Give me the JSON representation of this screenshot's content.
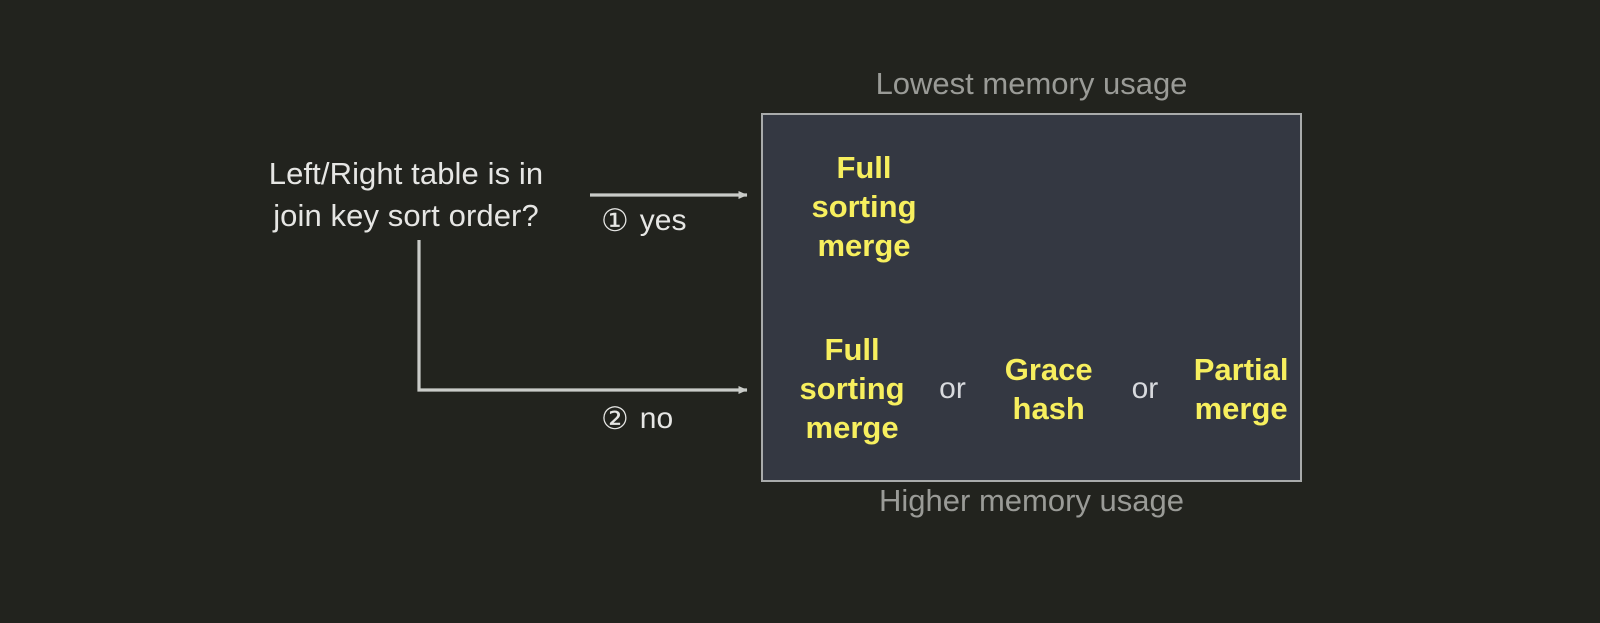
{
  "colors": {
    "background": "#22231e",
    "panel_fill": "#343842",
    "panel_border": "#a9abab",
    "option_text": "#f7ef5e",
    "body_text": "#e6e6e4",
    "caption_text": "#9a9b97",
    "connector": "#c9cbc8"
  },
  "decision": {
    "question": "Left/Right table is in\njoin key sort order?"
  },
  "branches": [
    {
      "marker": "①",
      "label": "yes"
    },
    {
      "marker": "②",
      "label": "no"
    }
  ],
  "captions": {
    "top": "Lowest memory usage",
    "bottom": "Higher memory usage"
  },
  "panel": {
    "rows": [
      {
        "options": [
          "Full\nsorting\nmerge"
        ],
        "separators": []
      },
      {
        "options": [
          "Full\nsorting\nmerge",
          "Grace\nhash",
          "Partial\nmerge"
        ],
        "separators": [
          "or",
          "or"
        ]
      }
    ]
  }
}
